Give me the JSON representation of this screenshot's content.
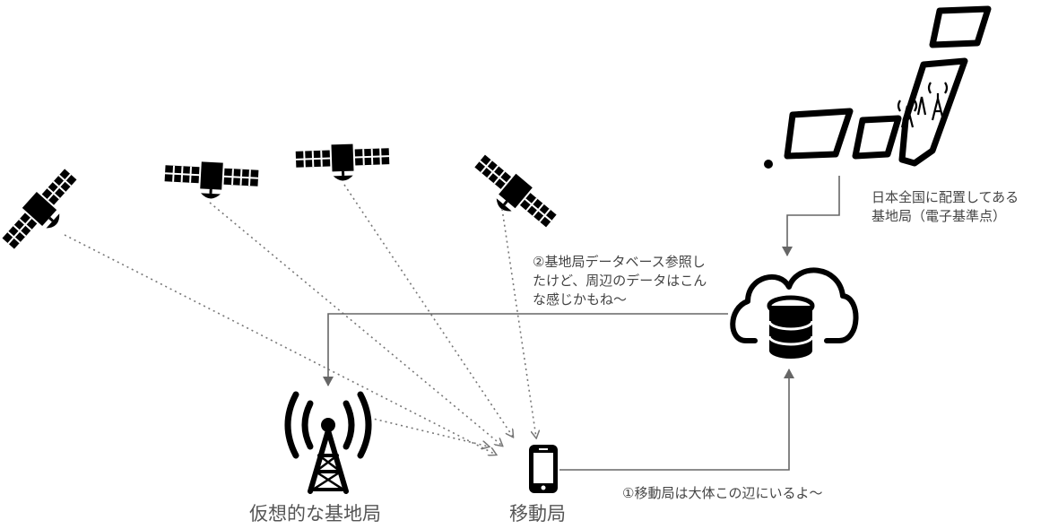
{
  "labels": {
    "reference_stations": "日本全国に配置してある\n基地局（電子基準点）",
    "step2": "②基地局データベース参照し\nたけど、周辺のデータはこん\nな感じかもね～",
    "step1": "①移動局は大体この辺にいるよ～",
    "virtual_station": "仮想的な基地局",
    "mobile_station": "移動局"
  },
  "icons": {
    "satellites": [
      "satellite-icon",
      "satellite-icon",
      "satellite-icon",
      "satellite-icon"
    ],
    "japan_map": "japan-map-icon",
    "cloud_database": "cloud-database-icon",
    "virtual_tower": "radio-tower-icon",
    "smartphone": "smartphone-icon"
  },
  "colors": {
    "icon": "#000000",
    "connector": "#666666",
    "dotted_link": "#777777",
    "text": "#444444"
  }
}
